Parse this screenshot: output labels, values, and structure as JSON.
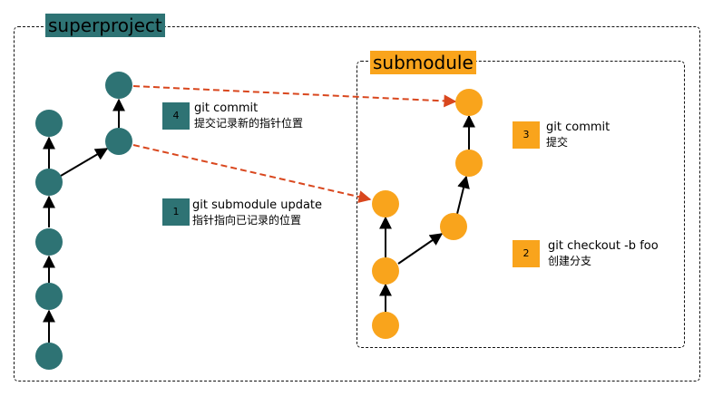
{
  "titles": {
    "superproject": "superproject",
    "submodule": "submodule"
  },
  "colors": {
    "super_node": "#2e7374",
    "sub_node": "#f9a41c",
    "link": "#d9471e",
    "edge": "#000000"
  },
  "steps": [
    {
      "num": "1",
      "cmd": "git submodule update",
      "desc": "指针指向已记录的位置"
    },
    {
      "num": "2",
      "cmd": "git checkout -b foo",
      "desc": "创建分支"
    },
    {
      "num": "3",
      "cmd": "git commit",
      "desc": "提交"
    },
    {
      "num": "4",
      "cmd": "git commit",
      "desc": "提交记录新的指针位置"
    }
  ]
}
